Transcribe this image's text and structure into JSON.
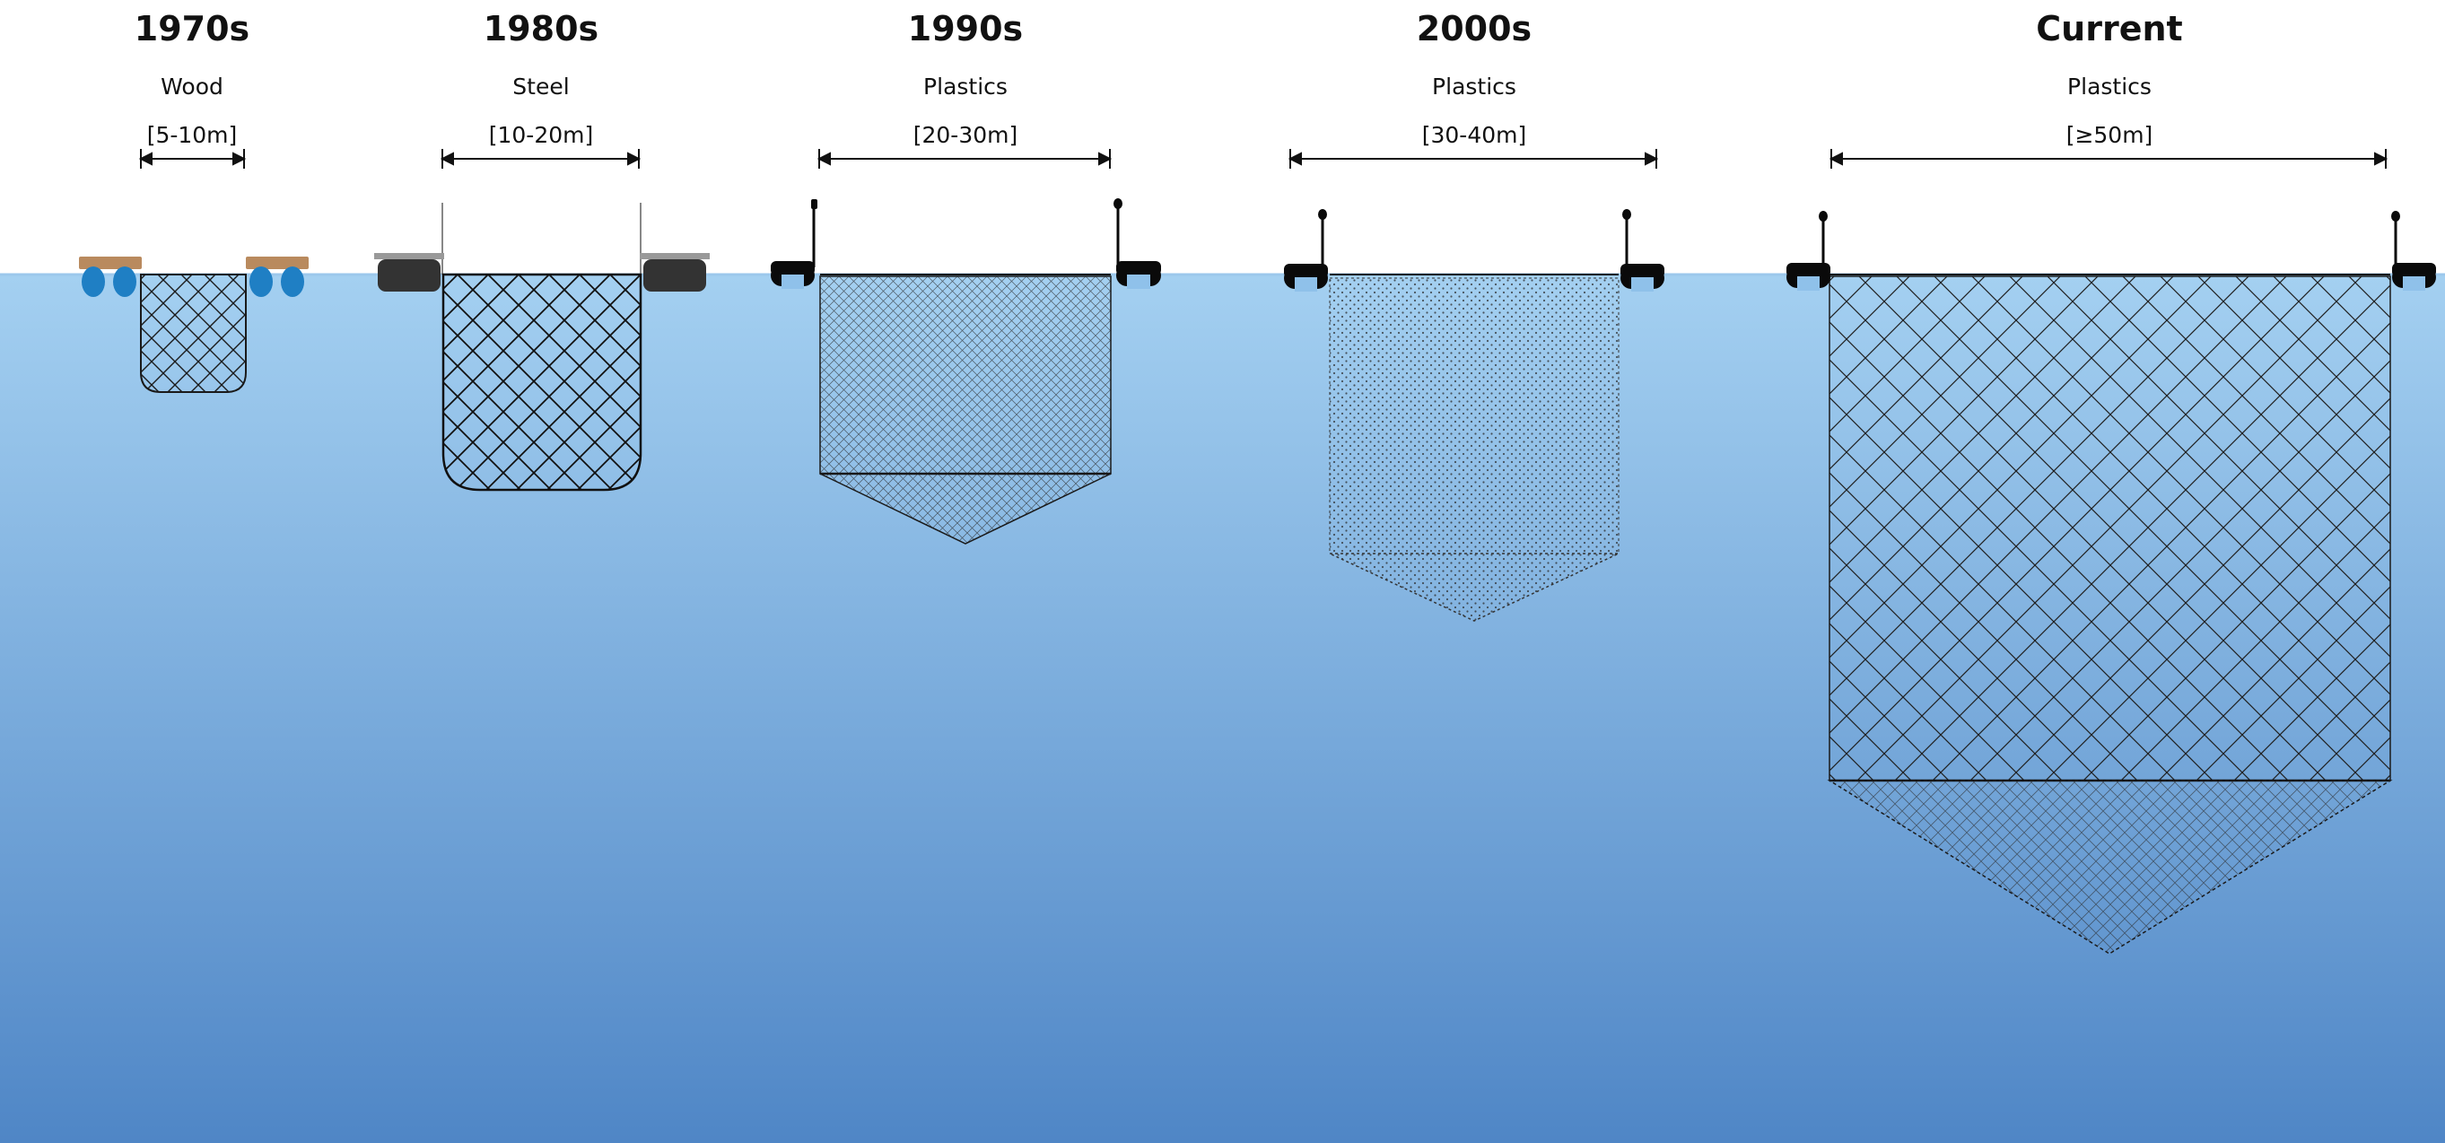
{
  "eras": [
    {
      "decade": "1970s",
      "material": "Wood",
      "size": "[5-10m]"
    },
    {
      "decade": "1980s",
      "material": "Steel",
      "size": "[10-20m]"
    },
    {
      "decade": "1990s",
      "material": "Plastics",
      "size": "[20-30m]"
    },
    {
      "decade": "2000s",
      "material": "Plastics",
      "size": "[30-40m]"
    },
    {
      "decade": "Current",
      "material": "Plastics",
      "size": "[≥50m]"
    }
  ],
  "colors": {
    "water_top": "#a4d0f1",
    "water_bottom": "#4f86c6",
    "wood": "#b98a5e",
    "float_blue": "#1f7fc4",
    "steel_float": "#333333",
    "steel_rail": "#999999",
    "net_line": "#1a1a1a",
    "text": "#111111"
  }
}
